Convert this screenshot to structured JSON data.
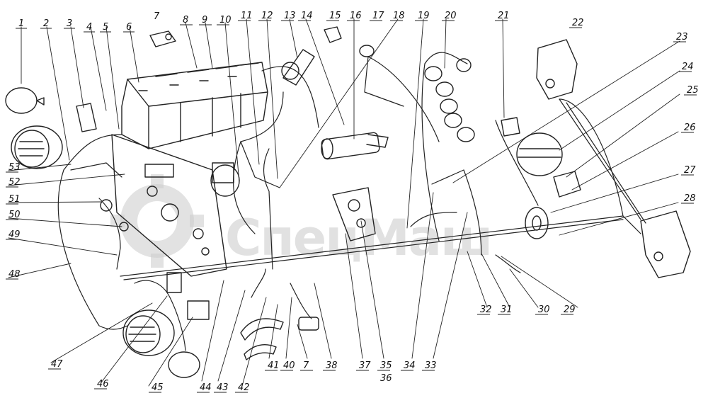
{
  "diagram": {
    "callouts": [
      "1",
      "2",
      "3",
      "4",
      "5",
      "6",
      "7",
      "8",
      "9",
      "10",
      "11",
      "12",
      "13",
      "14",
      "15",
      "16",
      "17",
      "18",
      "19",
      "20",
      "21",
      "22",
      "23",
      "24",
      "25",
      "26",
      "27",
      "28",
      "29",
      "30",
      "31",
      "32",
      "33",
      "34",
      "35",
      "36",
      "37",
      "38",
      "7",
      "40",
      "41",
      "42",
      "43",
      "44",
      "45",
      "46",
      "47",
      "48",
      "49",
      "50",
      "51",
      "52",
      "53"
    ],
    "watermark": "СпецМаш"
  },
  "colors": {
    "ink": "#222222",
    "paper": "#ffffff",
    "watermark": "#c9c9c9"
  }
}
